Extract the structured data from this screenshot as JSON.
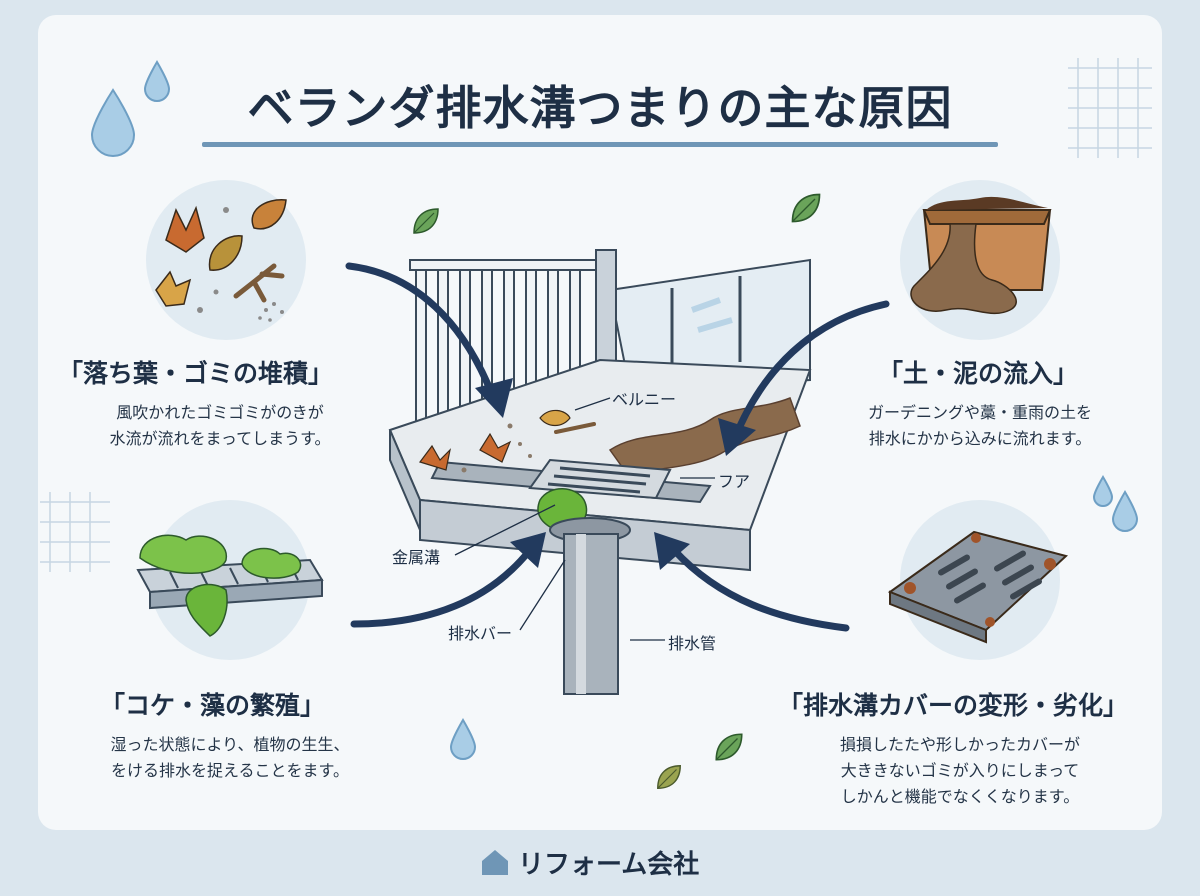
{
  "title": "ベランダ排水溝つまりの主な原因",
  "causes": {
    "leaves": {
      "title": "「落ち葉・ゴミの堆積」",
      "line1": "風吹かれたゴミゴミがのきが",
      "line2": "水流が流れをまってしまうす。"
    },
    "soil": {
      "title": "「土・泥の流入」",
      "line1": "ガーデニングや藁・重雨の土を",
      "line2": "排水にかから込みに流れます。"
    },
    "moss": {
      "title": "「コケ・藻の繁殖」",
      "line1": "湿った状態により、植物の生生、",
      "line2": "をける排水を捉えることをます。"
    },
    "cover": {
      "title": "「排水溝カバーの変形・劣化」",
      "line1": "損損したたや形しかったカバーが",
      "line2": "大ききないゴミが入りにしまって",
      "line3": "しかんと機能でなくくなります。"
    }
  },
  "labels": {
    "balcony": "ベルニー",
    "floor": "フア",
    "metal_gutter": "金属溝",
    "drain_bar": "排水バー",
    "drain_pipe": "排水管"
  },
  "footer": {
    "company": "リフォーム会社",
    "icon": "house-icon"
  },
  "colors": {
    "background": "#dbe6ee",
    "card": "#f5f8fa",
    "title": "#1e2f45",
    "accent": "#6f96b6",
    "arrow": "#223a5e",
    "moss": "#6ab53a",
    "mud": "#8a6a4c"
  }
}
